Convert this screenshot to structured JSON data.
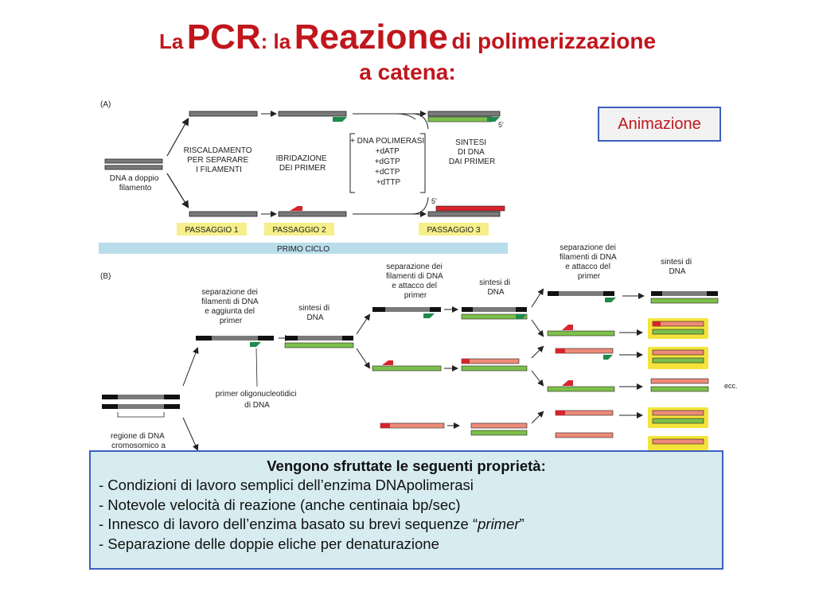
{
  "title": {
    "part1": "La",
    "pcr": "PCR",
    "colon_la": ": la",
    "reazione": "Reazione",
    "rest": "di polimerizzazione",
    "line2": "a catena:"
  },
  "animation_button": "Animazione",
  "figure": {
    "panel_a_label": "(A)",
    "panel_b_label": "(B)",
    "a": {
      "dna_label": [
        "DNA a doppio",
        "filamento"
      ],
      "heat_label": [
        "RISCALDAMENTO",
        "PER SEPARARE",
        "I FILAMENTI"
      ],
      "hybrid_label": [
        "IBRIDAZIONE",
        "DEI PRIMER"
      ],
      "reagents": [
        "+ DNA POLIMERASI",
        "+dATP",
        "+dGTP",
        "+dCTP",
        "+dTTP"
      ],
      "synth_label": [
        "SINTESI",
        "DI DNA",
        "DAI PRIMER"
      ],
      "five_prime_top": "5'",
      "five_prime_bottom": "5'",
      "step1": "PASSAGGIO 1",
      "step2": "PASSAGGIO 2",
      "step3": "PASSAGGIO 3",
      "first_cycle": "PRIMO CICLO"
    },
    "b": {
      "sep_add_label": [
        "separazione dei",
        "filamenti di DNA",
        "e aggiunta del",
        "primer"
      ],
      "synth1": [
        "sintesi di",
        "DNA"
      ],
      "sep_attach_1": [
        "separazione dei",
        "filamenti di DNA",
        "e attacco del",
        "primer"
      ],
      "synth2": [
        "sintesi di",
        "DNA"
      ],
      "sep_attach_2": [
        "separazione dei",
        "filamenti di DNA",
        "e attacco del",
        "primer"
      ],
      "synth3": [
        "sintesi di",
        "DNA"
      ],
      "primer_label": [
        "primer oligonucleotidici",
        "di DNA"
      ],
      "region_label": [
        "regione di DNA",
        "cromosomico a"
      ],
      "ecc": "ecc."
    }
  },
  "info": {
    "heading": "Vengono sfruttate le seguenti proprietà:",
    "line1": "- Condizioni di lavoro semplici dell’enzima DNApolimerasi",
    "line2": "- Notevole velocità di reazione (anche centinaia bp/sec)",
    "line3_pre": "- Innesco di lavoro dell’enzima basato su brevi sequenze “",
    "line3_em": "primer",
    "line3_post": "”",
    "line4": "- Separazione delle doppie eliche per denaturazione"
  },
  "colors": {
    "title_red": "#c0161c",
    "border_blue": "#3e5fbf",
    "info_bg": "#d7ecf0",
    "step_yellow": "#f6ef8a",
    "cycle_blue": "#b9ddeb",
    "strand_grey": "#6f6f6f",
    "new_green": "#7dc04b",
    "new_salmon": "#ee8a78",
    "primer_red": "#d8232a",
    "primer_green": "#1f8a4c"
  }
}
